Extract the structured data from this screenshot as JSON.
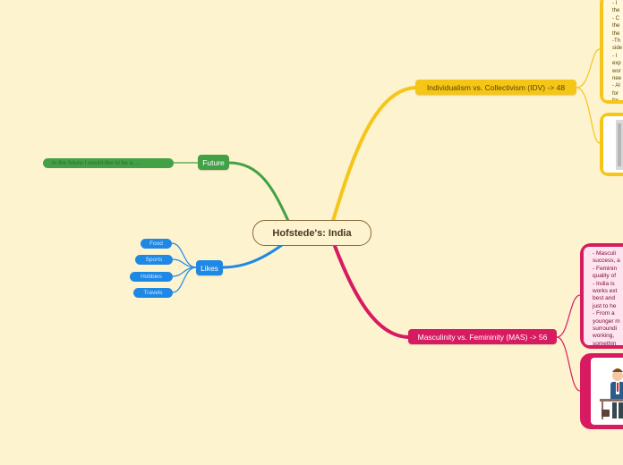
{
  "colors": {
    "background": "#fdf3cf",
    "central_border": "#8a6a3c",
    "idv": "#f5c518",
    "mas": "#d81b60",
    "future": "#43a047",
    "likes": "#1e88e5"
  },
  "central": {
    "title": "Hofstede's: India"
  },
  "idv": {
    "title": "Individualism vs. Collectivism (IDV) -> 48",
    "note_lines": [
      "- I",
      "the",
      "- C",
      "the",
      "the",
      "-Th",
      "side",
      "- I",
      "exp",
      "wor",
      "nee",
      "- Al",
      "for",
      "for"
    ],
    "image_icon": "image-thumbnail-icon"
  },
  "mas": {
    "title": "Masculinity vs. Femininity (MAS) -> 56",
    "note_lines": [
      "- Masculi",
      "success, a",
      "- Feminin",
      "quality of",
      "- India is",
      "works ext",
      "best and",
      "just to he",
      "- From a",
      "younger m",
      "surroundi",
      "working,",
      "somethin"
    ],
    "image_icon": "person-at-desk-illustration"
  },
  "future": {
    "title": "Future",
    "items": [
      {
        "label": "In the future I would like to be a....."
      }
    ]
  },
  "likes": {
    "title": "Likes",
    "items": [
      {
        "label": "Food"
      },
      {
        "label": "Sports"
      },
      {
        "label": "Hobbies"
      },
      {
        "label": "Travels"
      }
    ]
  }
}
